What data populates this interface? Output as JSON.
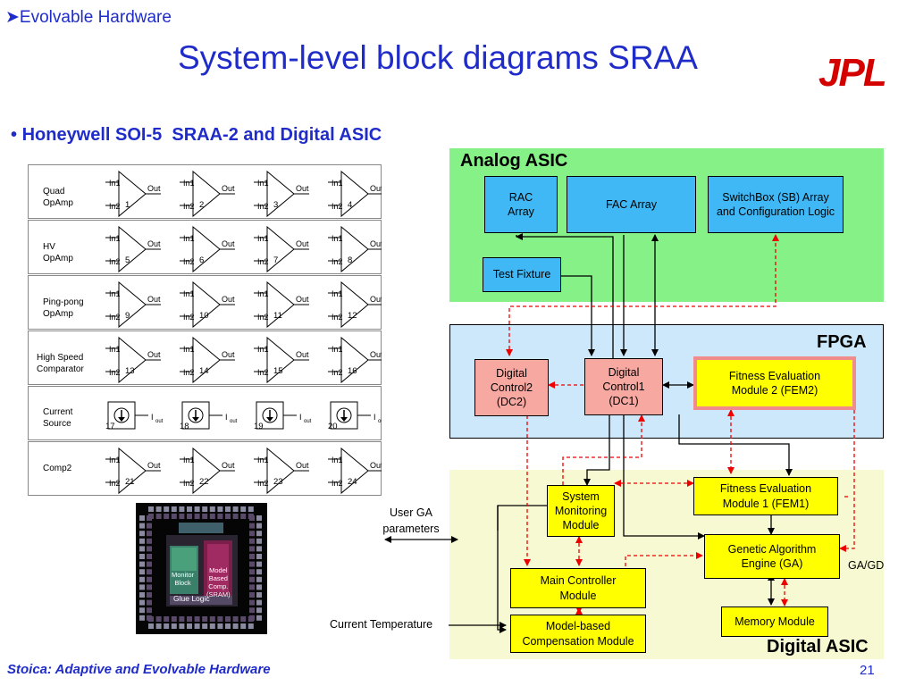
{
  "header": {
    "breadcrumb": "Evolvable Hardware",
    "title": "System-level block diagrams SRAA",
    "logo": "JPL"
  },
  "bullet": "Honeywell SOI-5  SRAA-2 and Digital ASIC",
  "footer": {
    "author": "Stoica: Adaptive and Evolvable Hardware",
    "page": "21"
  },
  "colors": {
    "title": "#1f2cc9",
    "logo": "#d40000",
    "analog_bg": "#86f187",
    "fpga_bg": "#cde8fb",
    "digital_bg": "#f7f9d2",
    "blue_box": "#3fb8f5",
    "red_box": "#f7a8a0",
    "yellow_box": "#ffff00"
  },
  "opamp_rows": [
    {
      "label": "Quad\nOpAmp",
      "nums": [
        "1",
        "2",
        "3",
        "4"
      ]
    },
    {
      "label": "HV\nOpAmp",
      "nums": [
        "5",
        "6",
        "7",
        "8"
      ]
    },
    {
      "label": "Ping-pong\nOpAmp",
      "nums": [
        "9",
        "10",
        "11",
        "12"
      ]
    },
    {
      "label": "High Speed\nComparator",
      "nums": [
        "13",
        "14",
        "15",
        "16"
      ]
    },
    {
      "label": "Current\nSource",
      "nums": [
        "17",
        "18",
        "19",
        "20"
      ]
    },
    {
      "label": "Comp2",
      "nums": [
        "21",
        "22",
        "23",
        "24"
      ]
    }
  ],
  "amp_labels": {
    "in1": "In1",
    "in2": "In2",
    "out": "Out",
    "iout_main": "I",
    "iout_sub": "out"
  },
  "chip": {
    "monitor": "Monitor\nBlock",
    "model": "Model\nBased\nComp.\n(SRAM)",
    "glue": "Glue Logic"
  },
  "analog": {
    "title": "Analog ASIC",
    "rac": "RAC\nArray",
    "fac": "FAC Array",
    "switchbox": "SwitchBox (SB) Array\nand Configuration Logic",
    "test": "Test Fixture"
  },
  "fpga": {
    "title": "FPGA",
    "dc2": "Digital\nControl2\n(DC2)",
    "dc1": "Digital\nControl1\n(DC1)",
    "fem2": "Fitness Evaluation\nModule 2 (FEM2)"
  },
  "digital": {
    "title": "Digital ASIC",
    "smm": "System\nMonitoring\nModule",
    "fem1": "Fitness Evaluation\nModule 1 (FEM1)",
    "ga": "Genetic Algorithm\nEngine (GA)",
    "mcm": "Main Controller\nModule",
    "mem": "Memory Module",
    "mbc": "Model-based\nCompensation Module"
  },
  "labels": {
    "user_ga": "User GA\nparameters",
    "gagd": "GA/GD",
    "temp": "Current Temperature"
  }
}
